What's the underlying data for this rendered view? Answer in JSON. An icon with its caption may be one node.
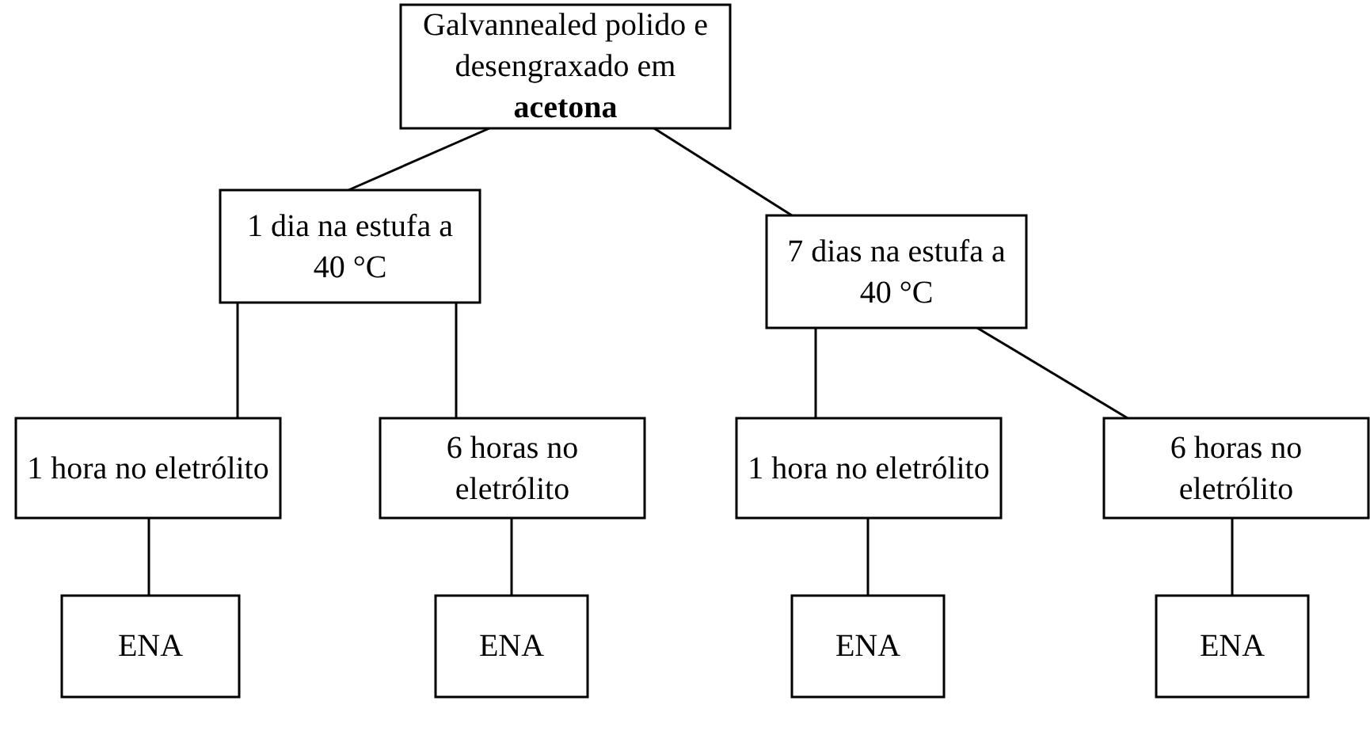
{
  "diagram": {
    "nodes": [
      {
        "text": [
          "Galvannealed polido e desengraxado em **acetona**"
        ]
      },
      {
        "text": [
          "1 dia na estufa a 40 °C"
        ]
      },
      {
        "text": [
          "7 dias na estufa a 40 °C"
        ]
      },
      {
        "text": [
          "1 hora no eletrólito"
        ]
      },
      {
        "text": [
          "6 horas no eletrólito"
        ]
      },
      {
        "text": [
          "1 hora no eletrólito"
        ]
      },
      {
        "text": [
          "6 horas no eletrólito"
        ]
      },
      {
        "text": [
          "ENA"
        ]
      },
      {
        "text": [
          "ENA"
        ]
      },
      {
        "text": [
          "ENA"
        ]
      },
      {
        "text": [
          "ENA"
        ]
      }
    ],
    "edges": [
      {
        "from": 0,
        "to": 1,
        "arrow": "none"
      },
      {
        "from": 0,
        "to": 2,
        "arrow": "none"
      },
      {
        "from": 1,
        "to": 3,
        "arrow": "none"
      },
      {
        "from": 1,
        "to": 4,
        "arrow": "none"
      },
      {
        "from": 2,
        "to": 5,
        "arrow": "none"
      },
      {
        "from": 2,
        "to": 6,
        "arrow": "none"
      },
      {
        "from": 3,
        "to": 7,
        "arrow": "none"
      },
      {
        "from": 4,
        "to": 8,
        "arrow": "none"
      },
      {
        "from": 5,
        "to": 9,
        "arrow": "none"
      },
      {
        "from": 6,
        "to": 10,
        "arrow": "none"
      }
    ]
  }
}
